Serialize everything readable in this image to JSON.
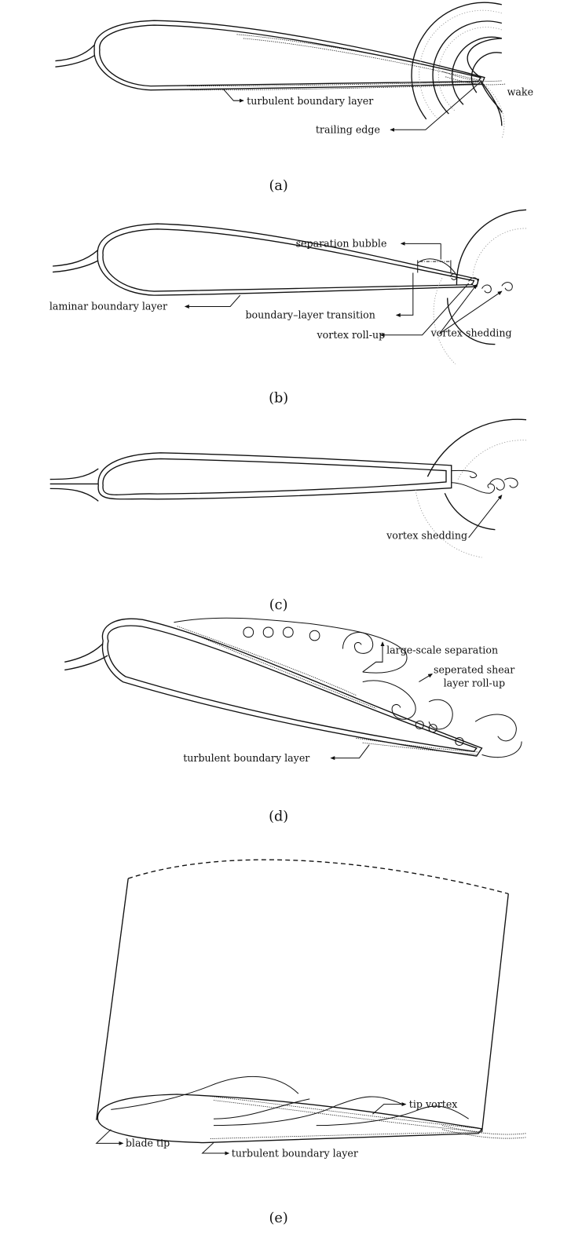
{
  "panels": {
    "a": {
      "caption": "(a)",
      "labels": {
        "turbulent_boundary_layer": "turbulent boundary layer",
        "wake": "wake",
        "trailing_edge": "trailing edge"
      }
    },
    "b": {
      "caption": "(b)",
      "labels": {
        "separation_bubble": "separation bubble",
        "laminar_boundary_layer": "laminar boundary layer",
        "boundary_layer_transition": "boundary–layer transition",
        "vortex_roll_up": "vortex roll-up",
        "vortex_shedding": "vortex shedding"
      }
    },
    "c": {
      "caption": "(c)",
      "labels": {
        "vortex_shedding": "vortex shedding"
      }
    },
    "d": {
      "caption": "(d)",
      "labels": {
        "large_scale_separation": "large-scale separation",
        "separated_shear_1": "seperated shear",
        "separated_shear_2": "layer roll-up",
        "turbulent_boundary_layer": "turbulent boundary layer"
      }
    },
    "e": {
      "caption": "(e)",
      "labels": {
        "tip_vortex": "tip vortex",
        "blade_tip": "blade tip",
        "turbulent_boundary_layer": "turbulent boundary layer"
      }
    }
  }
}
